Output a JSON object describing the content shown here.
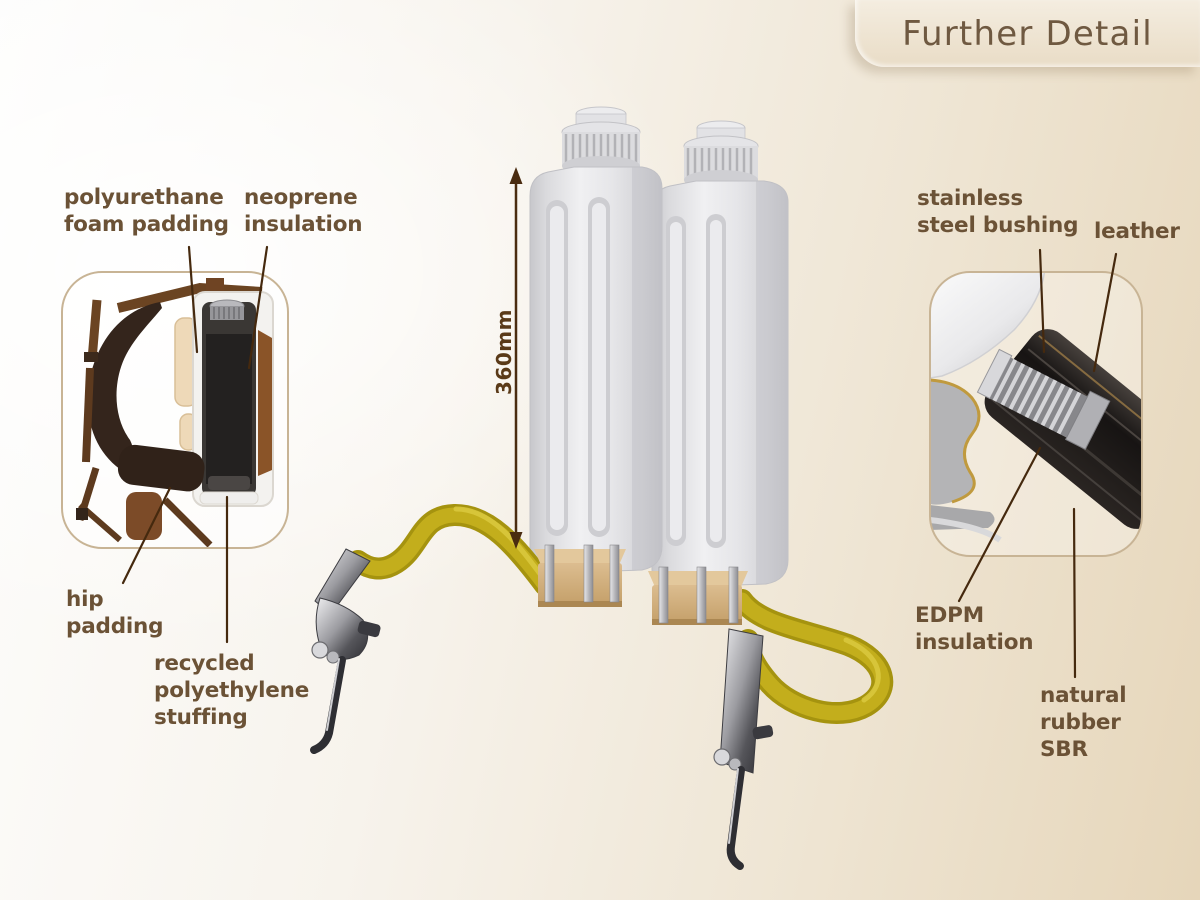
{
  "title": "Further Detail",
  "dimension": {
    "value": "360mm"
  },
  "callout_labels": {
    "polyurethane": "polyurethane\nfoam padding",
    "neoprene": "neoprene\ninsulation",
    "hip": "hip\npadding",
    "recycled": "recycled\npolyethylene\nstuffing",
    "bushing": "stainless\nsteel bushing",
    "leather": "leather",
    "edpm": "EDPM\ninsulation",
    "sbr": "natural\nrubber\nSBR"
  },
  "colors": {
    "label_text": "#6b5236",
    "title_text": "#6f5941",
    "callout_line": "#45290e",
    "dimension_arrow": "#4a2c10",
    "hose_yellow": "#c3ae1c",
    "tank_body": "#e2e2e5",
    "base_tan": "#cfab76",
    "inset_border": "#c8b495",
    "background_right": "#e6d6ba"
  }
}
